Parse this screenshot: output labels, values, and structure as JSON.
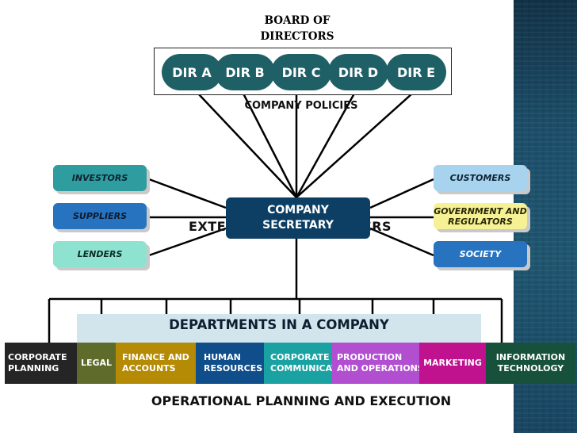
{
  "board": {
    "title_line1": "BOARD OF",
    "title_line2": "DIRECTORS"
  },
  "directors": [
    "DIR A",
    "DIR B",
    "DIR C",
    "DIR D",
    "DIR E"
  ],
  "policies_label": "COMPANY POLICIES",
  "secretary": {
    "line1": "COMPANY",
    "line2": "SECRETARY"
  },
  "external_label_left": "EXTE",
  "external_label_right": "DERS",
  "stakeholders_left": [
    "INVESTORS",
    "SUPPLIERS",
    "LENDERS"
  ],
  "stakeholders_right": [
    "CUSTOMERS",
    "GOVERNMENT AND REGULATORS",
    "SOCIETY"
  ],
  "departments_title": "DEPARTMENTS IN A COMPANY",
  "departments": [
    {
      "line1": "CORPORATE",
      "line2": "PLANNING",
      "color": "#252525"
    },
    {
      "line1": "LEGAL",
      "line2": "",
      "color": "#5e6b2a"
    },
    {
      "line1": "FINANCE AND",
      "line2": "ACCOUNTS",
      "color": "#b58a05"
    },
    {
      "line1": "HUMAN",
      "line2": "RESOURCES",
      "color": "#0f4e8a"
    },
    {
      "line1": "CORPORATE",
      "line2": "COMMUNICATIONS",
      "color": "#1aa2a2"
    },
    {
      "line1": "PRODUCTION",
      "line2": "AND OPERATIONS",
      "color": "#b24fd1"
    },
    {
      "line1": "MARKETING",
      "line2": "",
      "color": "#c0118f"
    },
    {
      "line1": "INFORMATION",
      "line2": "TECHNOLOGY",
      "color": "#17503b"
    }
  ],
  "footer": "OPERATIONAL PLANNING AND EXECUTION",
  "colors": {
    "director_fill": "#1f6067",
    "secretary_fill": "#0d3f64",
    "stakeholder_teal": "#2f9da0",
    "stakeholder_blue": "#2773c0",
    "stakeholder_mint": "#8ee3d0",
    "stakeholder_lightblue": "#a7d3ef",
    "stakeholder_yellow": "#f5f194"
  }
}
